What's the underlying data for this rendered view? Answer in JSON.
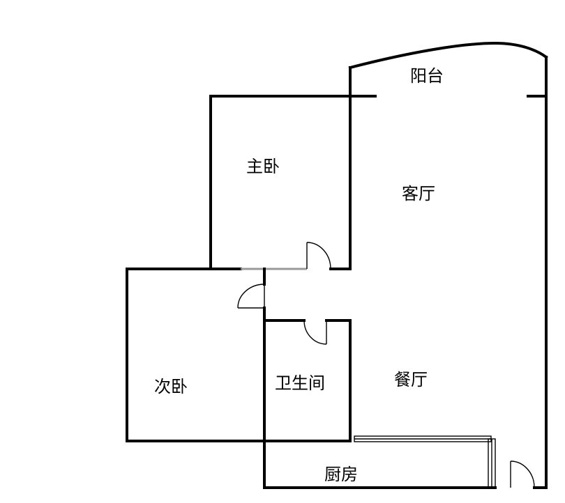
{
  "plan": {
    "rooms": {
      "balcony": "阳台",
      "master_bedroom": "主卧",
      "living_room": "客厅",
      "second_bedroom": "次卧",
      "bathroom": "卫生间",
      "dining_room": "餐厅",
      "kitchen": "厨房"
    }
  }
}
